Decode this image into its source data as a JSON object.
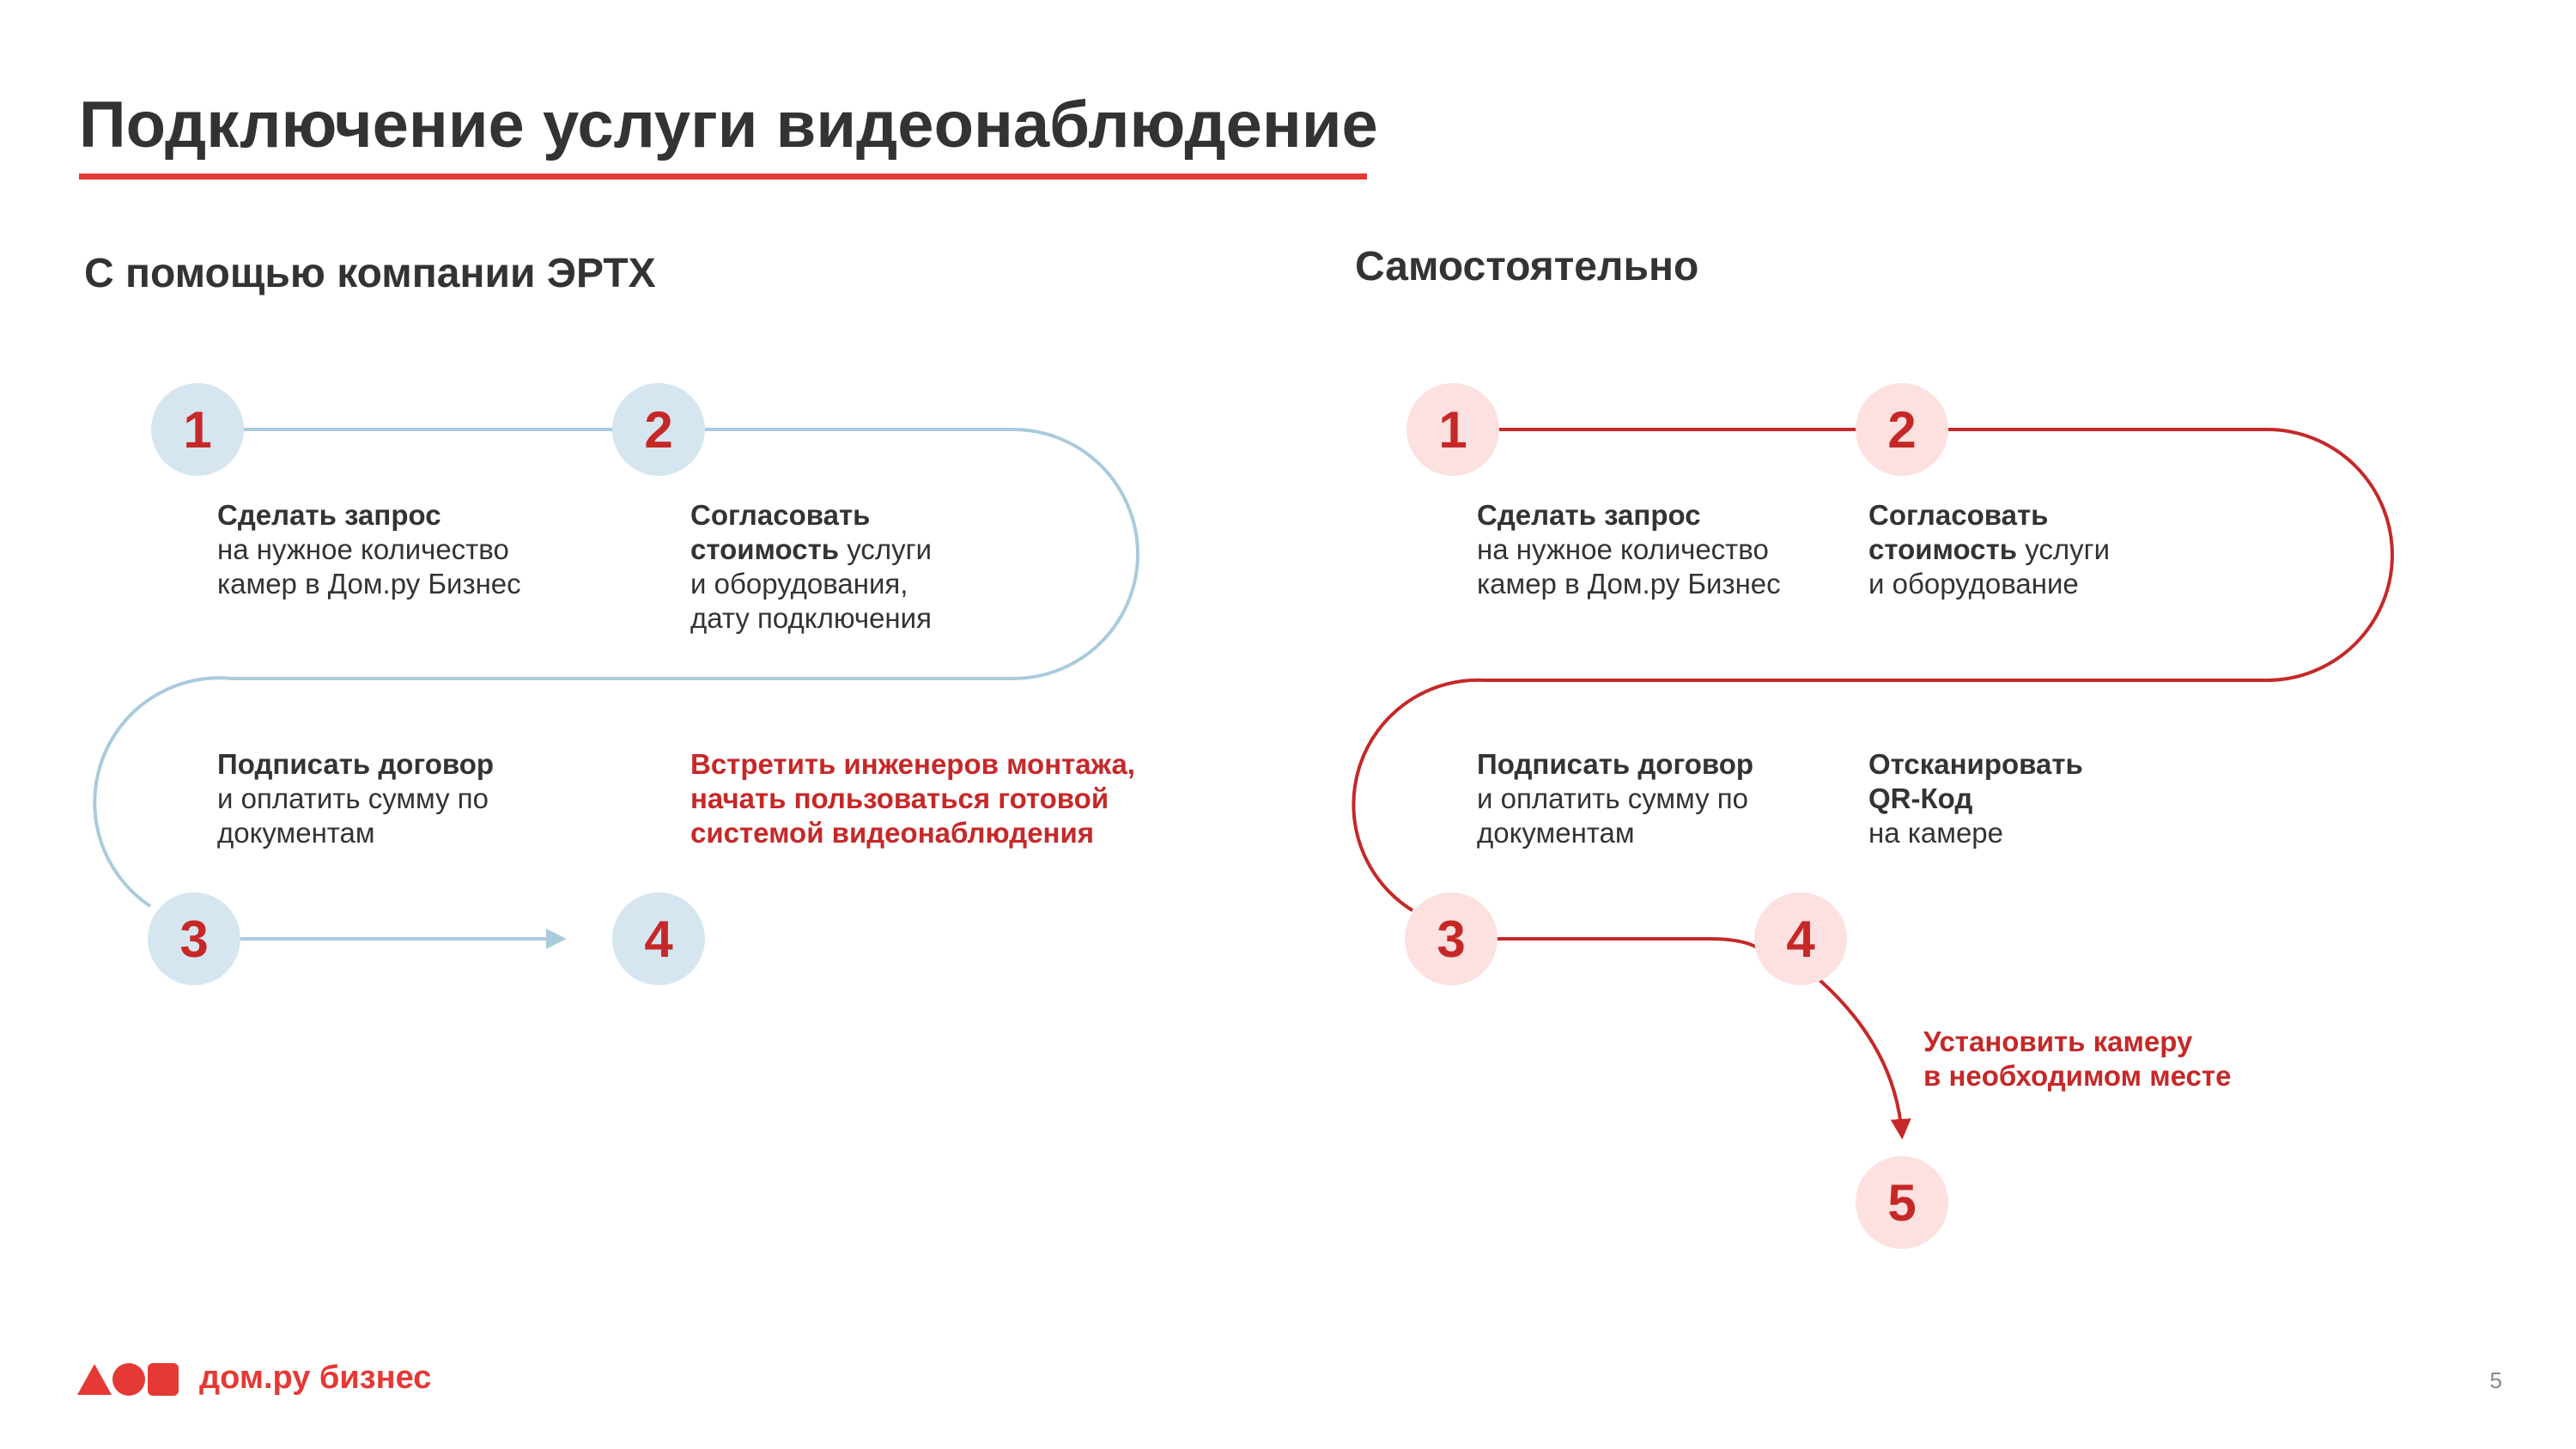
{
  "slide": {
    "title": "Подключение услуги видеонаблюдение",
    "page_number": "5"
  },
  "colors": {
    "accent_red": "#e53935",
    "dark_red": "#c62828",
    "light_blue_circle": "#d6e6f0",
    "blue_line": "#a9cbdc",
    "pink_circle": "#fde0e0",
    "text_dark": "#333333"
  },
  "left_section": {
    "heading": "С помощью компании ЭРТХ",
    "steps": [
      {
        "number": "1",
        "bold": "Сделать запрос",
        "lines": [
          "на нужное количество",
          "камер в Дом.ру Бизнес"
        ]
      },
      {
        "number": "2",
        "bold": "Согласовать",
        "bold_inline": "стоимость",
        "inline_rest": " услуги",
        "lines": [
          "и оборудования,",
          "дату подключения"
        ]
      },
      {
        "number": "3",
        "bold": "Подписать договор",
        "lines": [
          "и оплатить сумму по",
          "документам"
        ]
      },
      {
        "number": "4",
        "lines_red": [
          "Встретить инженеров монтажа,",
          "начать пользоваться готовой",
          "системой видеонаблюдения"
        ]
      }
    ]
  },
  "right_section": {
    "heading": "Самостоятельно",
    "steps": [
      {
        "number": "1",
        "bold": "Сделать запрос",
        "lines": [
          "на нужное количество",
          "камер в Дом.ру Бизнес"
        ]
      },
      {
        "number": "2",
        "bold": "Согласовать",
        "bold_inline": "стоимость",
        "inline_rest": " услуги",
        "lines": [
          "и оборудование"
        ]
      },
      {
        "number": "3",
        "bold": "Подписать договор",
        "lines": [
          "и оплатить сумму по",
          "документам"
        ]
      },
      {
        "number": "4",
        "bold": "Отсканировать",
        "bold2": "QR-Код",
        "lines": [
          "на камере"
        ]
      },
      {
        "number": "5",
        "lines_red": [
          "Установить камеру",
          "в необходимом месте"
        ]
      }
    ]
  },
  "footer": {
    "brand": "дом.ру бизнес",
    "logo_icon": "dom-ru-logo-icon"
  }
}
